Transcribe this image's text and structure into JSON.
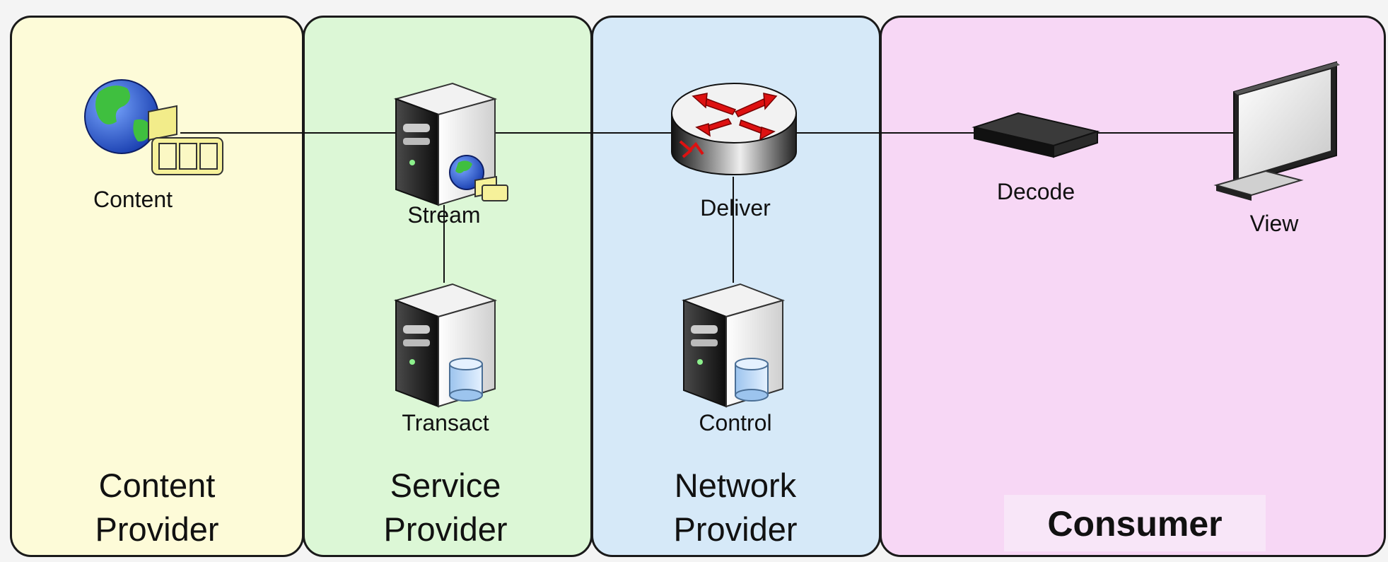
{
  "colors": {
    "content_provider": "#fdfbd8",
    "service_provider": "#dcf7d6",
    "network_provider": "#d6e9f8",
    "consumer": "#f7d7f5",
    "border": "#1a1a1a",
    "router_arrows": "#dd1111"
  },
  "nodes": {
    "content": {
      "label": "Content",
      "icon": "globe-film-icon"
    },
    "stream": {
      "label": "Stream",
      "icon": "server-globe-icon"
    },
    "transact": {
      "label": "Transact",
      "icon": "server-database-icon"
    },
    "deliver": {
      "label": "Deliver",
      "icon": "router-icon"
    },
    "control": {
      "label": "Control",
      "icon": "server-database-icon"
    },
    "decode": {
      "label": "Decode",
      "icon": "set-top-box-icon"
    },
    "view": {
      "label": "View",
      "icon": "monitor-icon"
    }
  },
  "zones": {
    "content_provider": {
      "line1": "Content",
      "line2": "Provider"
    },
    "service_provider": {
      "line1": "Service",
      "line2": "Provider"
    },
    "network_provider": {
      "line1": "Network",
      "line2": "Provider"
    },
    "consumer": {
      "line1": "Consumer"
    }
  }
}
